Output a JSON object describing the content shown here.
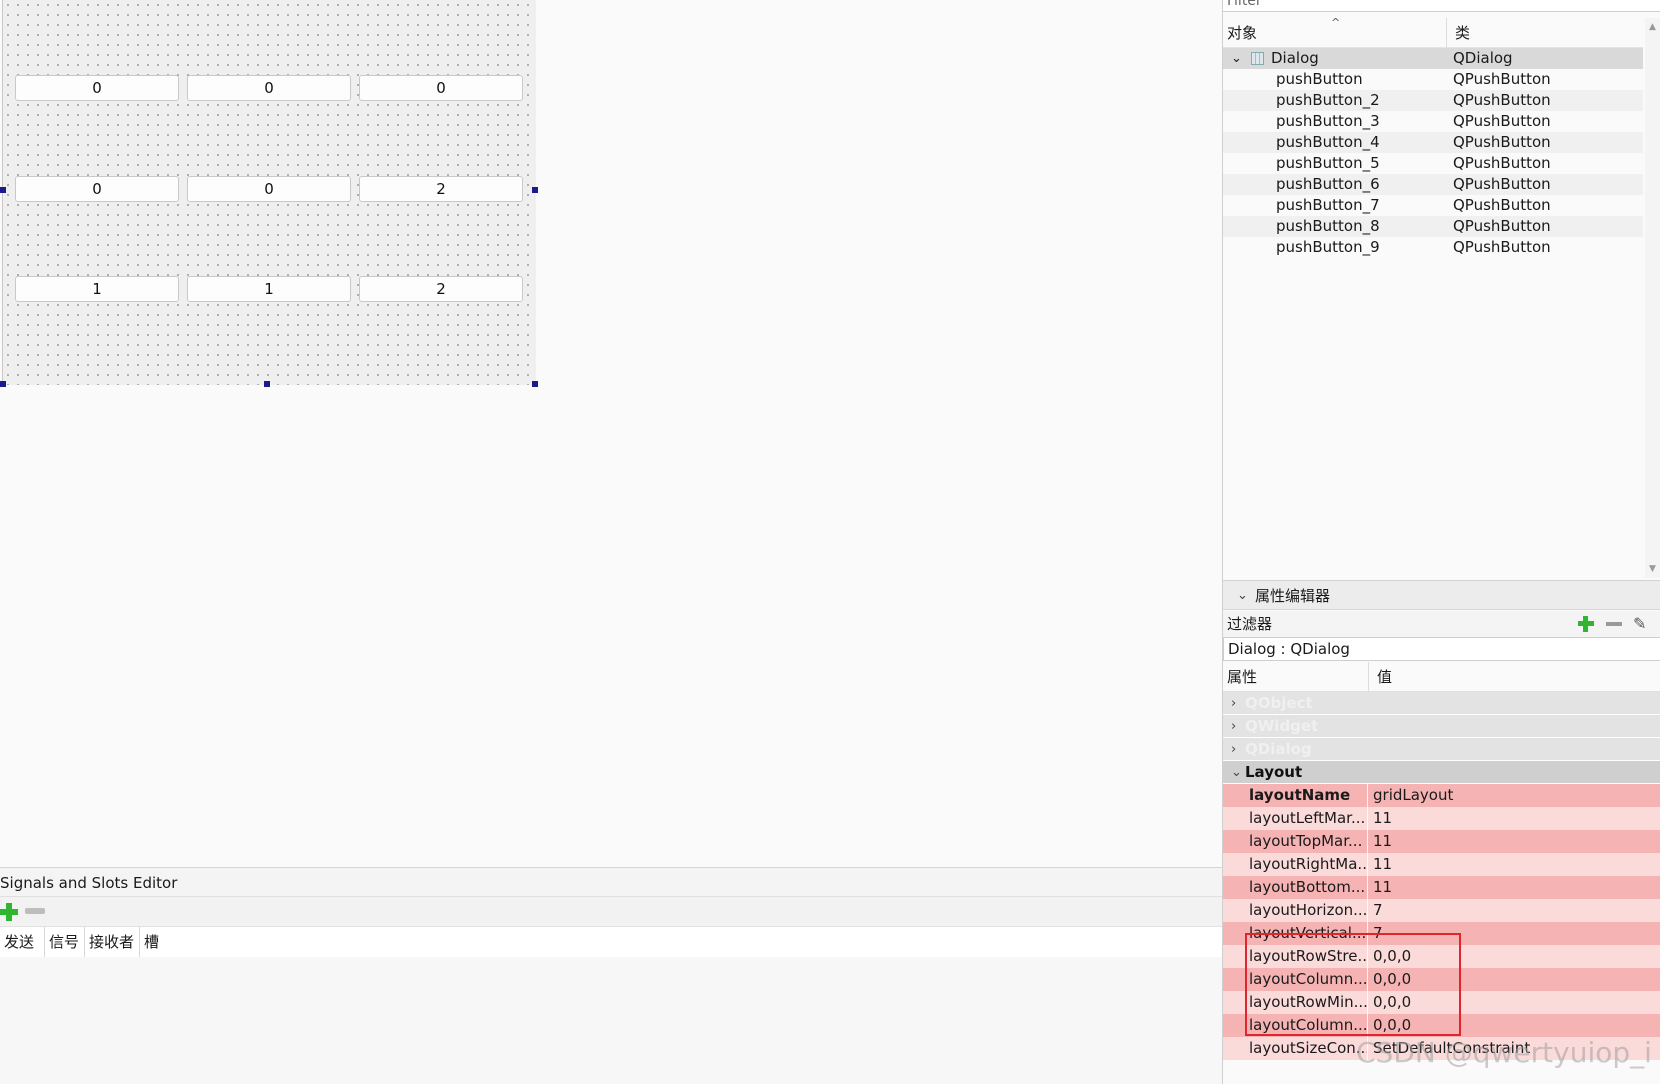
{
  "form": {
    "buttons": [
      [
        "0",
        "0",
        "0"
      ],
      [
        "0",
        "0",
        "2"
      ],
      [
        "1",
        "1",
        "2"
      ]
    ]
  },
  "signals_slots": {
    "title": "Signals and Slots Editor",
    "columns": [
      "发送者",
      "信号",
      "接收者",
      "槽"
    ],
    "add_icon": "plus-icon",
    "remove_icon": "minus-icon"
  },
  "object_inspector": {
    "filter_label": "Filter",
    "columns": {
      "object": "对象",
      "class": "类"
    },
    "root": {
      "name": "Dialog",
      "class": "QDialog"
    },
    "children": [
      {
        "name": "pushButton",
        "class": "QPushButton"
      },
      {
        "name": "pushButton_2",
        "class": "QPushButton"
      },
      {
        "name": "pushButton_3",
        "class": "QPushButton"
      },
      {
        "name": "pushButton_4",
        "class": "QPushButton"
      },
      {
        "name": "pushButton_5",
        "class": "QPushButton"
      },
      {
        "name": "pushButton_6",
        "class": "QPushButton"
      },
      {
        "name": "pushButton_7",
        "class": "QPushButton"
      },
      {
        "name": "pushButton_8",
        "class": "QPushButton"
      },
      {
        "name": "pushButton_9",
        "class": "QPushButton"
      }
    ]
  },
  "property_editor": {
    "title": "属性编辑器",
    "filter_label": "过滤器",
    "object_label": "Dialog : QDialog",
    "columns": {
      "property": "属性",
      "value": "值"
    },
    "groups": [
      "QObject",
      "QWidget",
      "QDialog"
    ],
    "open_group": "Layout",
    "properties": [
      {
        "name": "layoutName",
        "value": "gridLayout"
      },
      {
        "name": "layoutLeftMar...",
        "value": "11"
      },
      {
        "name": "layoutTopMar...",
        "value": "11"
      },
      {
        "name": "layoutRightMa...",
        "value": "11"
      },
      {
        "name": "layoutBottom...",
        "value": "11"
      },
      {
        "name": "layoutHorizon...",
        "value": "7"
      },
      {
        "name": "layoutVertical...",
        "value": "7"
      },
      {
        "name": "layoutRowStre...",
        "value": "0,0,0"
      },
      {
        "name": "layoutColumn...",
        "value": "0,0,0"
      },
      {
        "name": "layoutRowMin...",
        "value": "0,0,0"
      },
      {
        "name": "layoutColumn...",
        "value": "0,0,0"
      },
      {
        "name": "layoutSizeCon...",
        "value": "SetDefaultConstraint"
      }
    ],
    "highlight_color": "#e0252f"
  },
  "watermark": "CSDN @qwertyuiop_i"
}
